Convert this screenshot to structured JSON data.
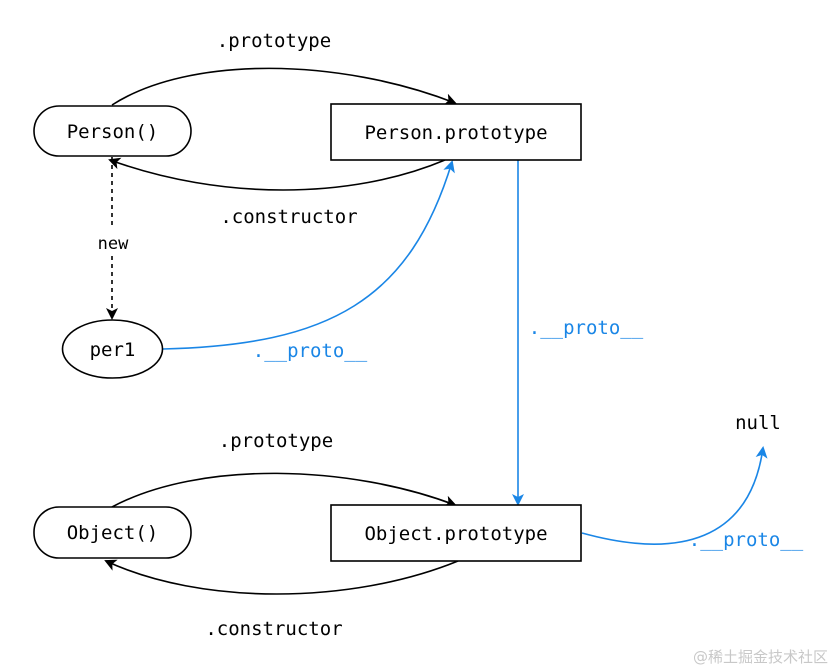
{
  "nodes": {
    "person_ctor": "Person()",
    "person_proto": "Person.prototype",
    "per1": "per1",
    "object_ctor": "Object()",
    "object_proto": "Object.prototype",
    "null_label": "null"
  },
  "edges": {
    "person_prototype": ".prototype",
    "person_constructor": ".constructor",
    "new_label": "new",
    "per1_proto": ".__proto__",
    "person_proto_proto": ".__proto__",
    "object_prototype": ".prototype",
    "object_constructor": ".constructor",
    "object_proto_proto": ".__proto__"
  },
  "watermark": "@稀土掘金技术社区",
  "colors": {
    "proto_link": "#1a86e6",
    "default_link": "#000000"
  }
}
